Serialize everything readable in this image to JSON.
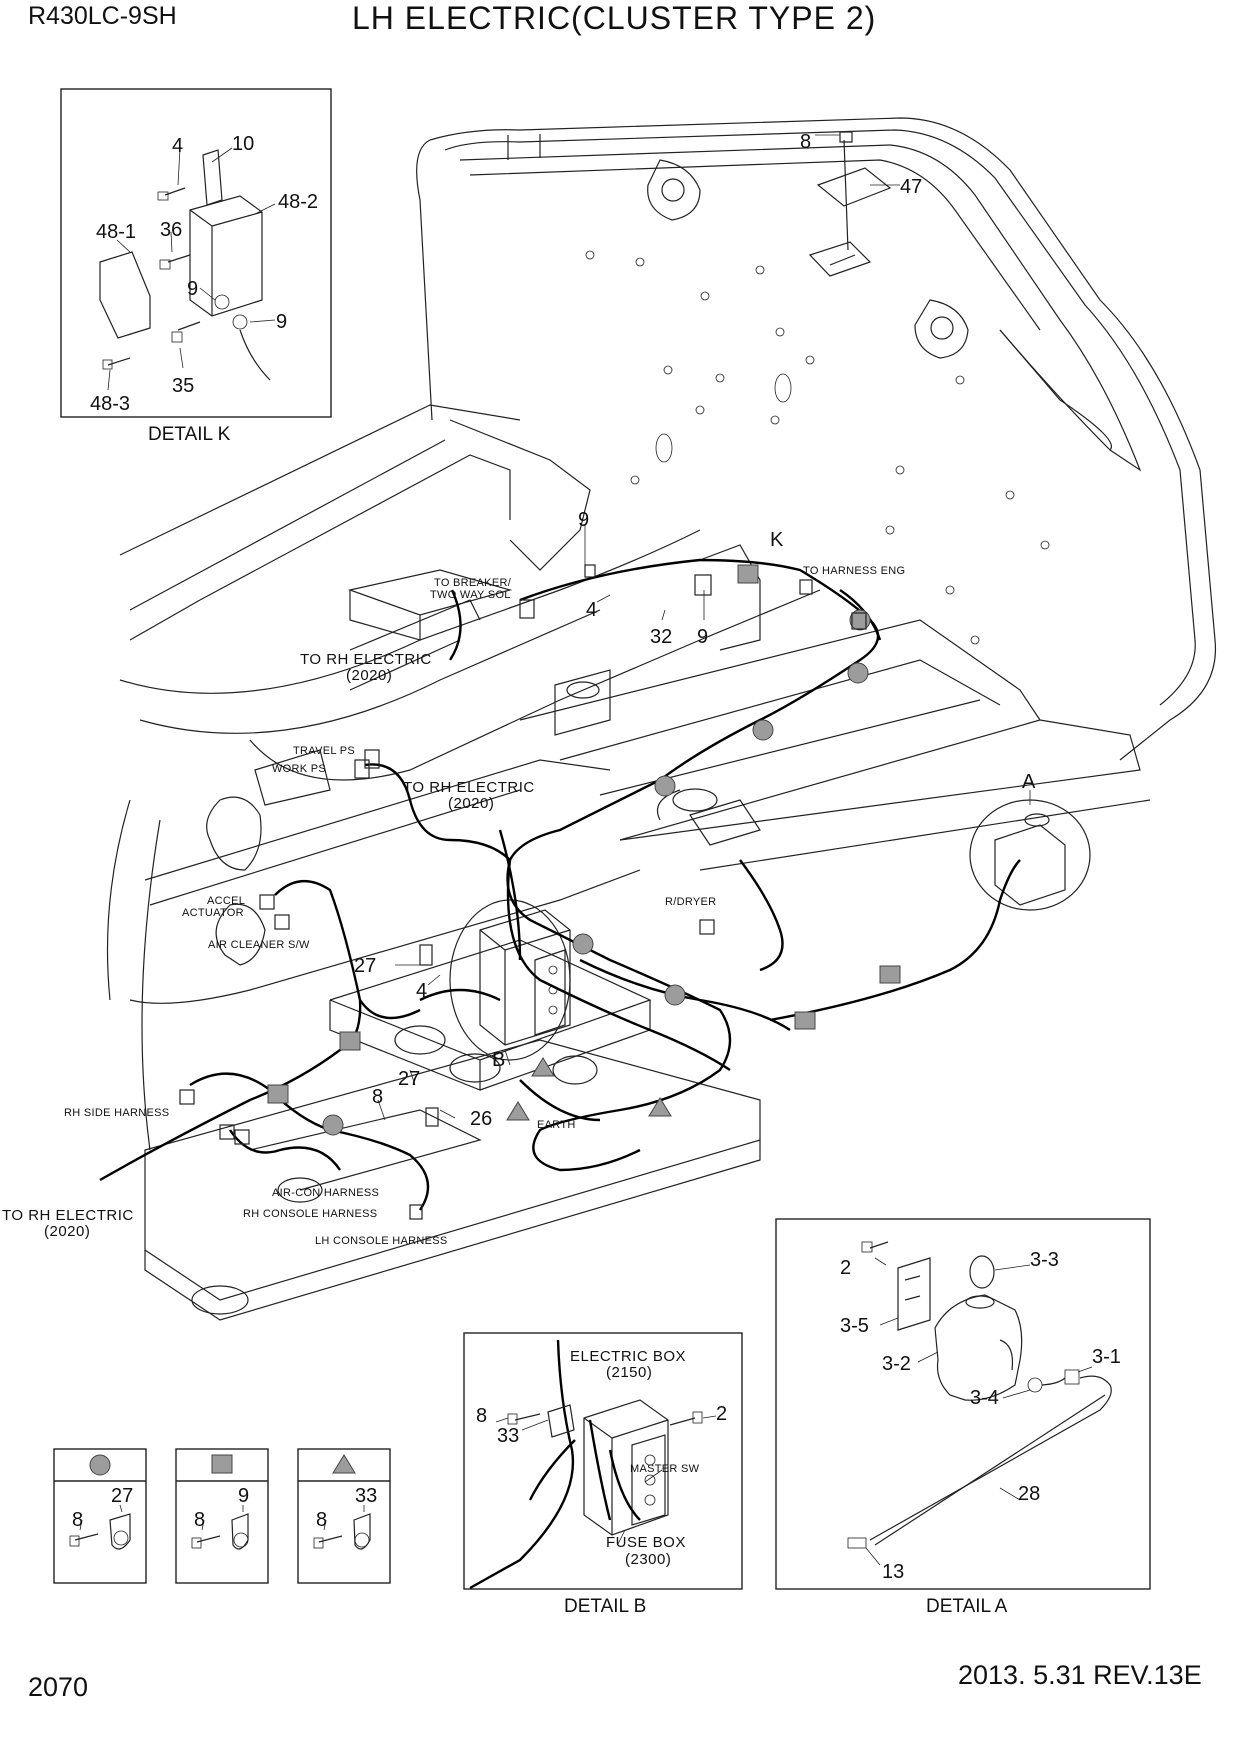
{
  "header": {
    "model": "R430LC-9SH",
    "title": "LH ELECTRIC(CLUSTER TYPE 2)"
  },
  "footer": {
    "page_number": "2070",
    "revision": "2013. 5.31  REV.13E"
  },
  "main_labels": {
    "to_breaker": "TO BREAKER/",
    "two_way_sol": "TWO WAY SOL",
    "to_harness_eng": "TO HARNESS ENG",
    "to_rh_electric": "TO RH ELECTRIC",
    "ref_2020": "(2020)",
    "travel_ps": "TRAVEL PS",
    "work_ps": "WORK PS",
    "accel": "ACCEL",
    "actuator": "ACTUATOR",
    "air_cleaner_sw": "AIR CLEANER S/W",
    "rdryer": "R/DRYER",
    "rh_side_harness": "RH SIDE HARNESS",
    "air_con_harness": "AIR-CON HARNESS",
    "rh_console_harness": "RH CONSOLE HARNESS",
    "lh_console_harness": "LH CONSOLE HARNESS",
    "earth": "EARTH"
  },
  "main_part_numbers": {
    "p9a": "9",
    "p4a": "4",
    "p32": "32",
    "p9b": "9",
    "pK": "K",
    "p8": "8",
    "p47": "47",
    "pA": "A",
    "p27a": "27",
    "p4b": "4",
    "pB": "B",
    "p27b": "27",
    "p8b": "8",
    "p26": "26"
  },
  "detail_k": {
    "caption": "DETAIL K",
    "parts": [
      "4",
      "10",
      "48-2",
      "48-1",
      "36",
      "9",
      "9",
      "35",
      "48-3"
    ]
  },
  "detail_b": {
    "caption": "DETAIL B",
    "electric_box": "ELECTRIC BOX",
    "electric_box_ref": "(2150)",
    "master_sw": "MASTER SW",
    "fuse_box": "FUSE BOX",
    "fuse_box_ref": "(2300)",
    "parts": [
      "8",
      "33",
      "2"
    ]
  },
  "detail_a": {
    "caption": "DETAIL A",
    "parts": [
      "2",
      "3-3",
      "3-5",
      "3-2",
      "3-1",
      "3-4",
      "28",
      "13"
    ]
  },
  "legend": [
    {
      "symbol": "circle",
      "parts": [
        "8",
        "27"
      ]
    },
    {
      "symbol": "square",
      "parts": [
        "8",
        "9"
      ]
    },
    {
      "symbol": "triangle",
      "parts": [
        "8",
        "33"
      ]
    }
  ]
}
